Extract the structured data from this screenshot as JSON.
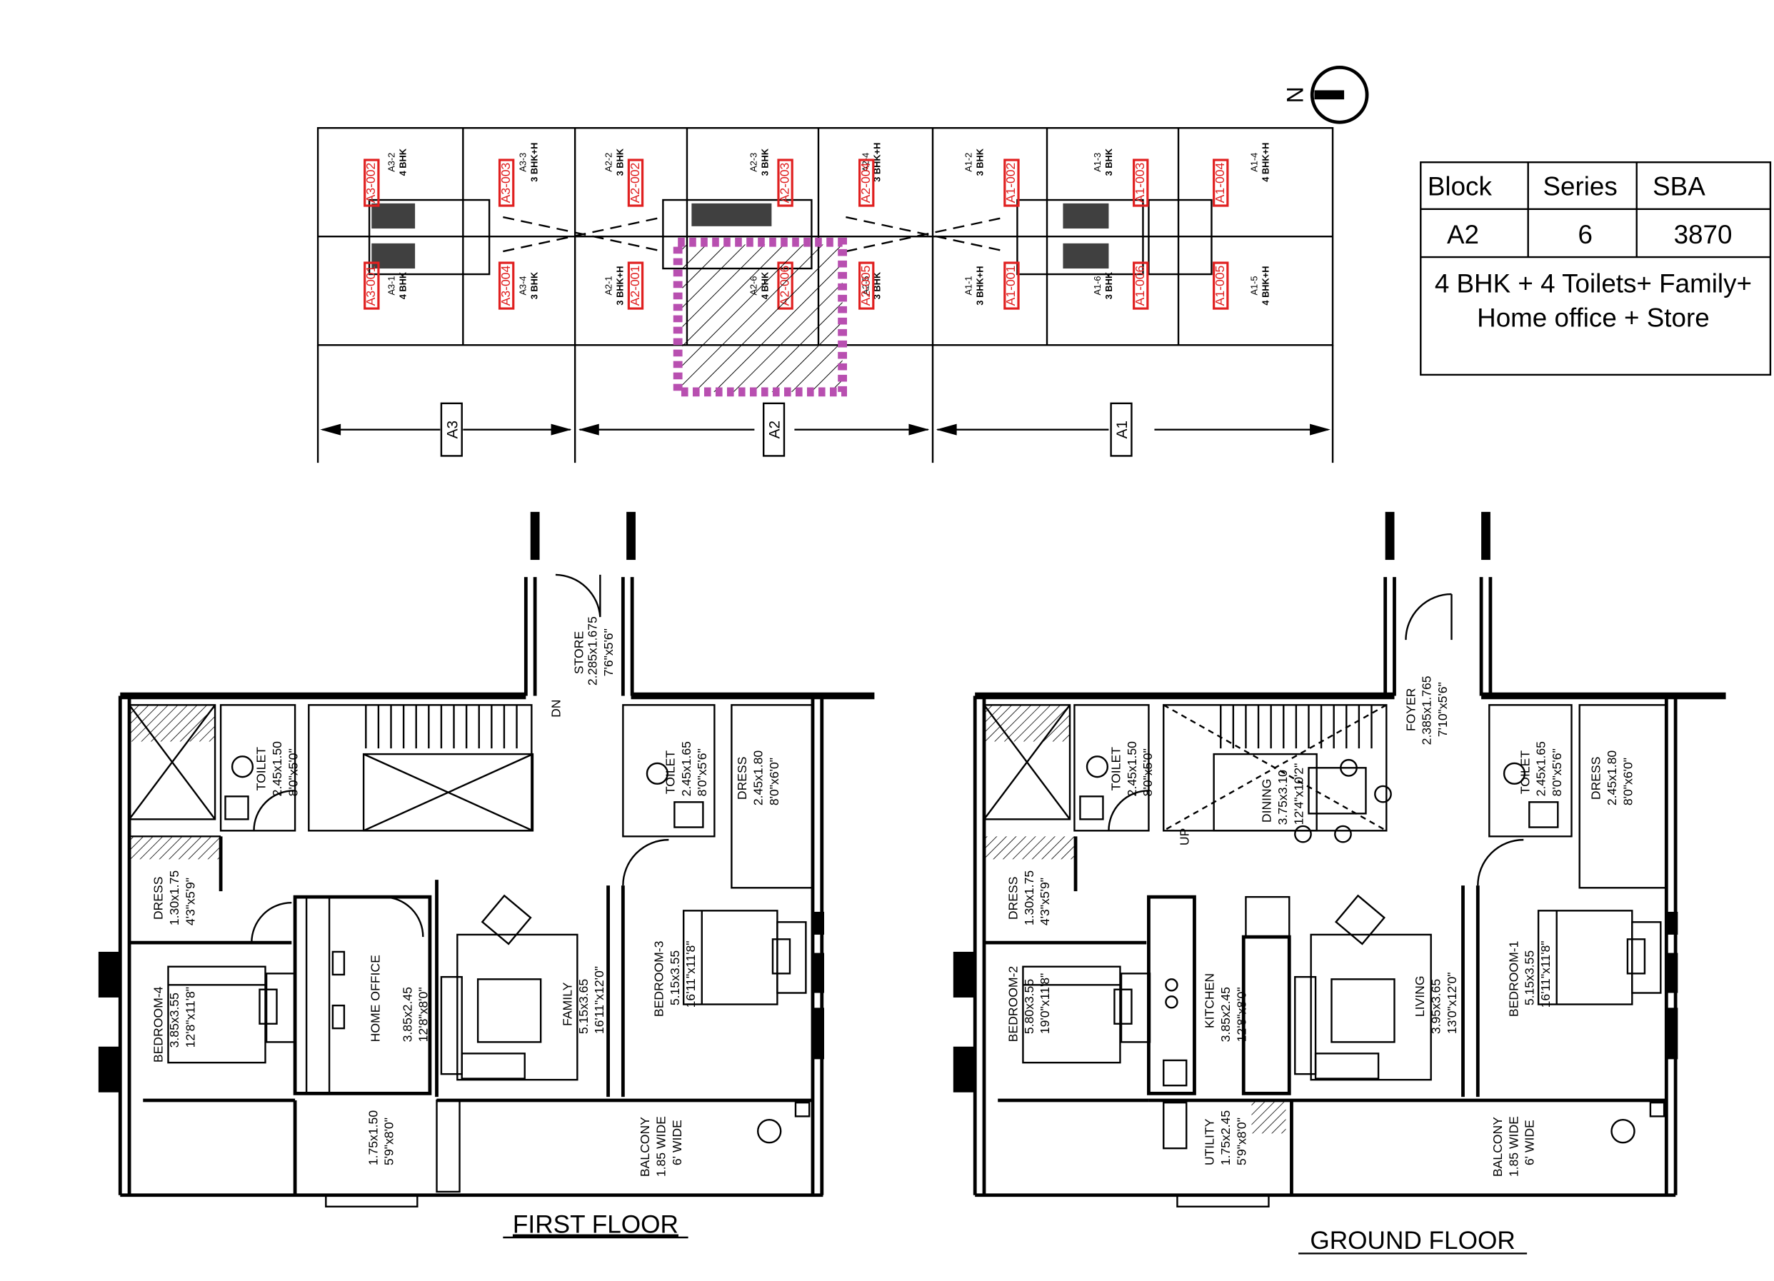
{
  "key_plan": {
    "north_label": "N",
    "blocks": [
      "A3",
      "A2",
      "A1"
    ],
    "unit_tags": [
      {
        "code": "A3-2",
        "type": "4 BHK"
      },
      {
        "code": "A3-3",
        "type": "3 BHK+H"
      },
      {
        "code": "A2-2",
        "type": "3 BHK"
      },
      {
        "code": "A2-3",
        "type": "3 BHK"
      },
      {
        "code": "A2-4",
        "type": "3 BHK+H"
      },
      {
        "code": "A1-2",
        "type": "3 BHK"
      },
      {
        "code": "A1-3",
        "type": "3 BHK"
      },
      {
        "code": "A1-4",
        "type": "4 BHK+H"
      },
      {
        "code": "A3-1",
        "type": "4 BHK"
      },
      {
        "code": "A3-4",
        "type": "3 BHK"
      },
      {
        "code": "A2-1",
        "type": "3 BHK+H"
      },
      {
        "code": "A2-6",
        "type": "4 BHK"
      },
      {
        "code": "A2-5",
        "type": "3 BHK"
      },
      {
        "code": "A1-1",
        "type": "3 BHK+H"
      },
      {
        "code": "A1-6",
        "type": "3 BHK"
      },
      {
        "code": "A1-5",
        "type": "4 BHK+H"
      }
    ],
    "red_tags_top": [
      "A3-002",
      "A3-003",
      "A2-002",
      "A2-003",
      "A2-004",
      "A1-002",
      "A1-003",
      "A1-004"
    ],
    "red_tags_bottom": [
      "A3-001",
      "A3-004",
      "A2-001",
      "A2-006",
      "A2-005",
      "A1-001",
      "A1-006",
      "A1-005"
    ],
    "highlight_color": "#b84fb0"
  },
  "info_table": {
    "headers": [
      "Block",
      "Series",
      "SBA"
    ],
    "values": [
      "A2",
      "6",
      "3870"
    ],
    "description_line1": "4 BHK + 4 Toilets+ Family+",
    "description_line2": "Home office + Store"
  },
  "first_floor": {
    "title": "FIRST FLOOR",
    "rooms": {
      "store": {
        "name": "STORE",
        "metric": "2.285x1.675",
        "imperial": "7'6\"x5'6\""
      },
      "toilet_left": {
        "name": "TOILET",
        "metric": "2.45x1.50",
        "imperial": "8'0\"x5'0\""
      },
      "toilet_right": {
        "name": "TOILET",
        "metric": "2.45x1.65",
        "imperial": "8'0\"x5'6\""
      },
      "dress_right": {
        "name": "DRESS",
        "metric": "2.45x1.80",
        "imperial": "8'0\"x6'0\""
      },
      "dress_left": {
        "name": "DRESS",
        "metric": "1.30x1.75",
        "imperial": "4'3\"x5'9\""
      },
      "bedroom4": {
        "name": "BEDROOM-4",
        "metric": "3.85x3.55",
        "imperial": "12'8\"x11'8\""
      },
      "home_office": {
        "name": "HOME OFFICE",
        "metric": "3.85x2.45",
        "imperial": "12'8\"x8'0\""
      },
      "family": {
        "name": "FAMILY",
        "metric": "5.15x3.65",
        "imperial": "16'11\"x12'0\""
      },
      "bedroom3": {
        "name": "BEDROOM-3",
        "metric": "5.15x3.55",
        "imperial": "16'11\"x11'8\""
      },
      "utility": {
        "metric": "1.75x1.50",
        "imperial": "5'9\"x8'0\""
      },
      "balcony": {
        "name": "BALCONY",
        "metric": "1.85 WIDE",
        "imperial": "6' WIDE"
      }
    },
    "stair_label": "DN"
  },
  "ground_floor": {
    "title": "GROUND FLOOR",
    "rooms": {
      "foyer": {
        "name": "FOYER",
        "metric": "2.385x1.765",
        "imperial": "7'10\"x5'6\""
      },
      "toilet_left": {
        "name": "TOILET",
        "metric": "2.45x1.50",
        "imperial": "8'0\"x5'0\""
      },
      "toilet_right": {
        "name": "TOILET",
        "metric": "2.45x1.65",
        "imperial": "8'0\"x5'6\""
      },
      "dining": {
        "name": "DINING",
        "metric": "3.75x3.10",
        "imperial": "12'4\"x10'2\""
      },
      "dress_right": {
        "name": "DRESS",
        "metric": "2.45x1.80",
        "imperial": "8'0\"x6'0\""
      },
      "dress_left": {
        "name": "DRESS",
        "metric": "1.30x1.75",
        "imperial": "4'3\"x5'9\""
      },
      "bedroom2": {
        "name": "BEDROOM-2",
        "metric": "5.80x3.55",
        "imperial": "19'0\"x11'8\""
      },
      "kitchen": {
        "name": "KITCHEN",
        "metric": "3.85x2.45",
        "imperial": "12'8\"x8'0\""
      },
      "living": {
        "name": "LIVING",
        "metric": "3.95x3.65",
        "imperial": "13'0\"x12'0\""
      },
      "bedroom1": {
        "name": "BEDROOM-1",
        "metric": "5.15x3.55",
        "imperial": "16'11\"x11'8\""
      },
      "utility": {
        "name": "UTILITY",
        "metric": "1.75x2.45",
        "imperial": "5'9\"x8'0\""
      },
      "balcony": {
        "name": "BALCONY",
        "metric": "1.85 WIDE",
        "imperial": "6' WIDE"
      }
    },
    "stair_label": "UP"
  }
}
